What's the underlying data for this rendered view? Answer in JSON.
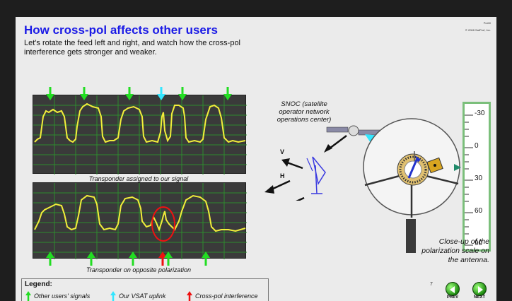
{
  "slide": {
    "title": "How cross-pol affects other users",
    "subtitle": "Let's rotate the feed left and right, and watch how the cross-pol interference gets stronger and weaker.",
    "slide_id": "Pol40",
    "copyright": "© 2008 SatProf, Inc."
  },
  "scope_top": {
    "label": "Transponder assigned to our signal"
  },
  "scope_bottom": {
    "label": "Transponder on opposite polarization"
  },
  "snoc": {
    "label": "SNOC (satellite operator network operations center)"
  },
  "polarization": {
    "v_label": "V",
    "h_label": "H"
  },
  "scale": {
    "ticks": [
      "-30",
      "0",
      "30",
      "60",
      "90"
    ]
  },
  "closeup": {
    "label": "Close-up of the polarization scale on the antenna."
  },
  "legend": {
    "title": "Legend:",
    "items": [
      {
        "label": "Other users' signals",
        "color": "#22dd22"
      },
      {
        "label": "Our VSAT uplink",
        "color": "#33e6ff"
      },
      {
        "label": "Cross-pol interference",
        "color": "#ee1111"
      }
    ]
  },
  "nav": {
    "page": "7",
    "prev_label": "PREV",
    "next_label": "NEXT"
  },
  "colors": {
    "title": "#1a1ae6",
    "trace": "#f2ee3a",
    "grid": "#2e8b2e",
    "accent_arrow": "#33e6ff"
  }
}
